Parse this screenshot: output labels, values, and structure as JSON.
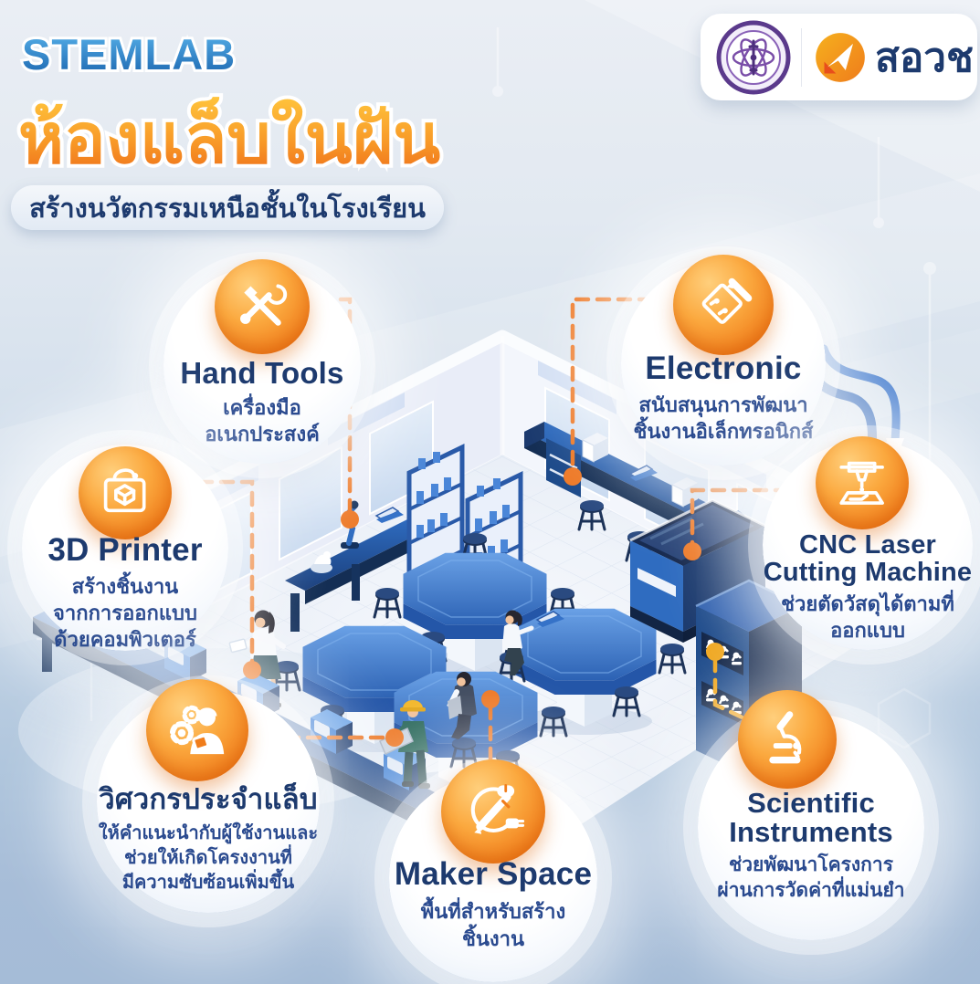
{
  "header": {
    "title": "STEMLAB",
    "headline_thai": "ห้องแล็บในฝัน",
    "banner": "สร้างนวัตกรรมเหนือชั้นในโรงเรียน",
    "title_gradient": [
      "#58b2ea",
      "#1a64ae"
    ],
    "headline_gradient": [
      "#ffc43c",
      "#ee6d19"
    ]
  },
  "logo_card": {
    "emblem": "ipst-emblem",
    "agency_abbr": "สอวช"
  },
  "callouts": {
    "hand_tools": {
      "icon": "tools-icon",
      "title": "Hand Tools",
      "lines": [
        "เครื่องมือ",
        "อเนกประสงค์"
      ]
    },
    "electronic": {
      "icon": "circuit-pencil-icon",
      "title": "Electronic",
      "lines": [
        "สนับสนุนการพัฒนา",
        "ชิ้นงานอิเล็กทรอนิกส์"
      ]
    },
    "printer3d": {
      "icon": "printer-3d-icon",
      "title": "3D Printer",
      "lines": [
        "สร้างชิ้นงาน",
        "จากการออกแบบ",
        "ด้วยคอมพิวเตอร์"
      ]
    },
    "cnc": {
      "icon": "laser-cutter-icon",
      "title_lines": [
        "CNC Laser",
        "Cutting Machine"
      ],
      "lines": [
        "ช่วยตัดวัสดุได้ตามที่",
        "ออกแบบ"
      ]
    },
    "engineer": {
      "icon": "engineer-gears-icon",
      "title": "วิศวกรประจำแล็บ",
      "lines": [
        "ให้คำแนะนำกับผู้ใช้งานและ",
        "ช่วยให้เกิดโครงงานที่",
        "มีความซับซ้อนเพิ่มขึ้น"
      ]
    },
    "maker": {
      "icon": "maker-tools-icon",
      "title": "Maker Space",
      "lines": [
        "พื้นที่สำหรับสร้าง",
        "ชิ้นงาน"
      ]
    },
    "scientific": {
      "icon": "microscope-icon",
      "title_lines": [
        "Scientific",
        "Instruments"
      ],
      "lines": [
        "ช่วยพัฒนาโครงการ",
        "ผ่านการวัดค่าที่แม่นยำ"
      ]
    }
  },
  "colors": {
    "navy_text": "#1d3a6e",
    "thai_text": "#2a4a8f",
    "accent_orange": "#ee7a28",
    "accent_yellow": "#f0a61c",
    "icon_circle": [
      "#ffcf7c",
      "#e66a0f"
    ],
    "furniture_navy": "#16335e",
    "furniture_blue": "#2f6cc0"
  }
}
